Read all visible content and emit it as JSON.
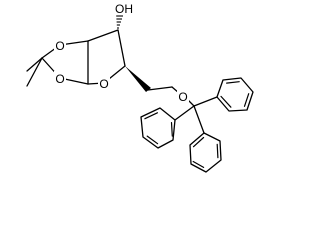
{
  "molecule": {
    "labels": {
      "hydroxyl": "OH",
      "dioxolane_oxygen_top": "O",
      "dioxolane_oxygen_bottom": "O",
      "furanose_oxygen": "O",
      "ether_oxygen": "O"
    }
  }
}
